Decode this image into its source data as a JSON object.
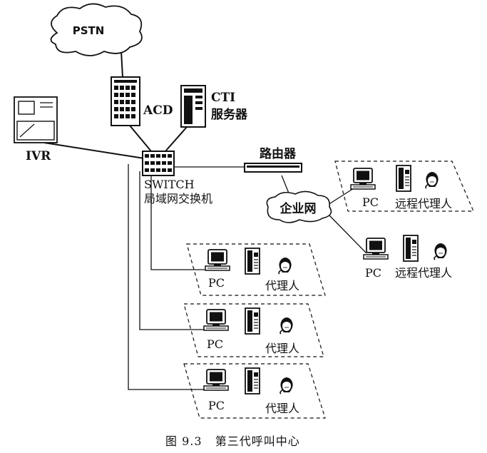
{
  "labels": {
    "pstn": "PSTN",
    "acd": "ACD",
    "cti_line1": "CTI",
    "cti_line2": "服务器",
    "ivr": "IVR",
    "router": "路由器",
    "switch_line1": "SWITCH",
    "switch_line2": "局域网交换机",
    "enterprise_net": "企业网",
    "pc": "PC",
    "agent": "代理人",
    "remote_agent": "远程代理人"
  },
  "remote_groups": [
    {
      "pc": "PC",
      "agent": "远程代理人"
    },
    {
      "pc": "PC",
      "agent": "远程代理人"
    }
  ],
  "local_groups": [
    {
      "pc": "PC",
      "agent": "代理人"
    },
    {
      "pc": "PC",
      "agent": "代理人"
    },
    {
      "pc": "PC",
      "agent": "代理人"
    }
  ],
  "caption": "图 9.3   第三代呼叫中心"
}
